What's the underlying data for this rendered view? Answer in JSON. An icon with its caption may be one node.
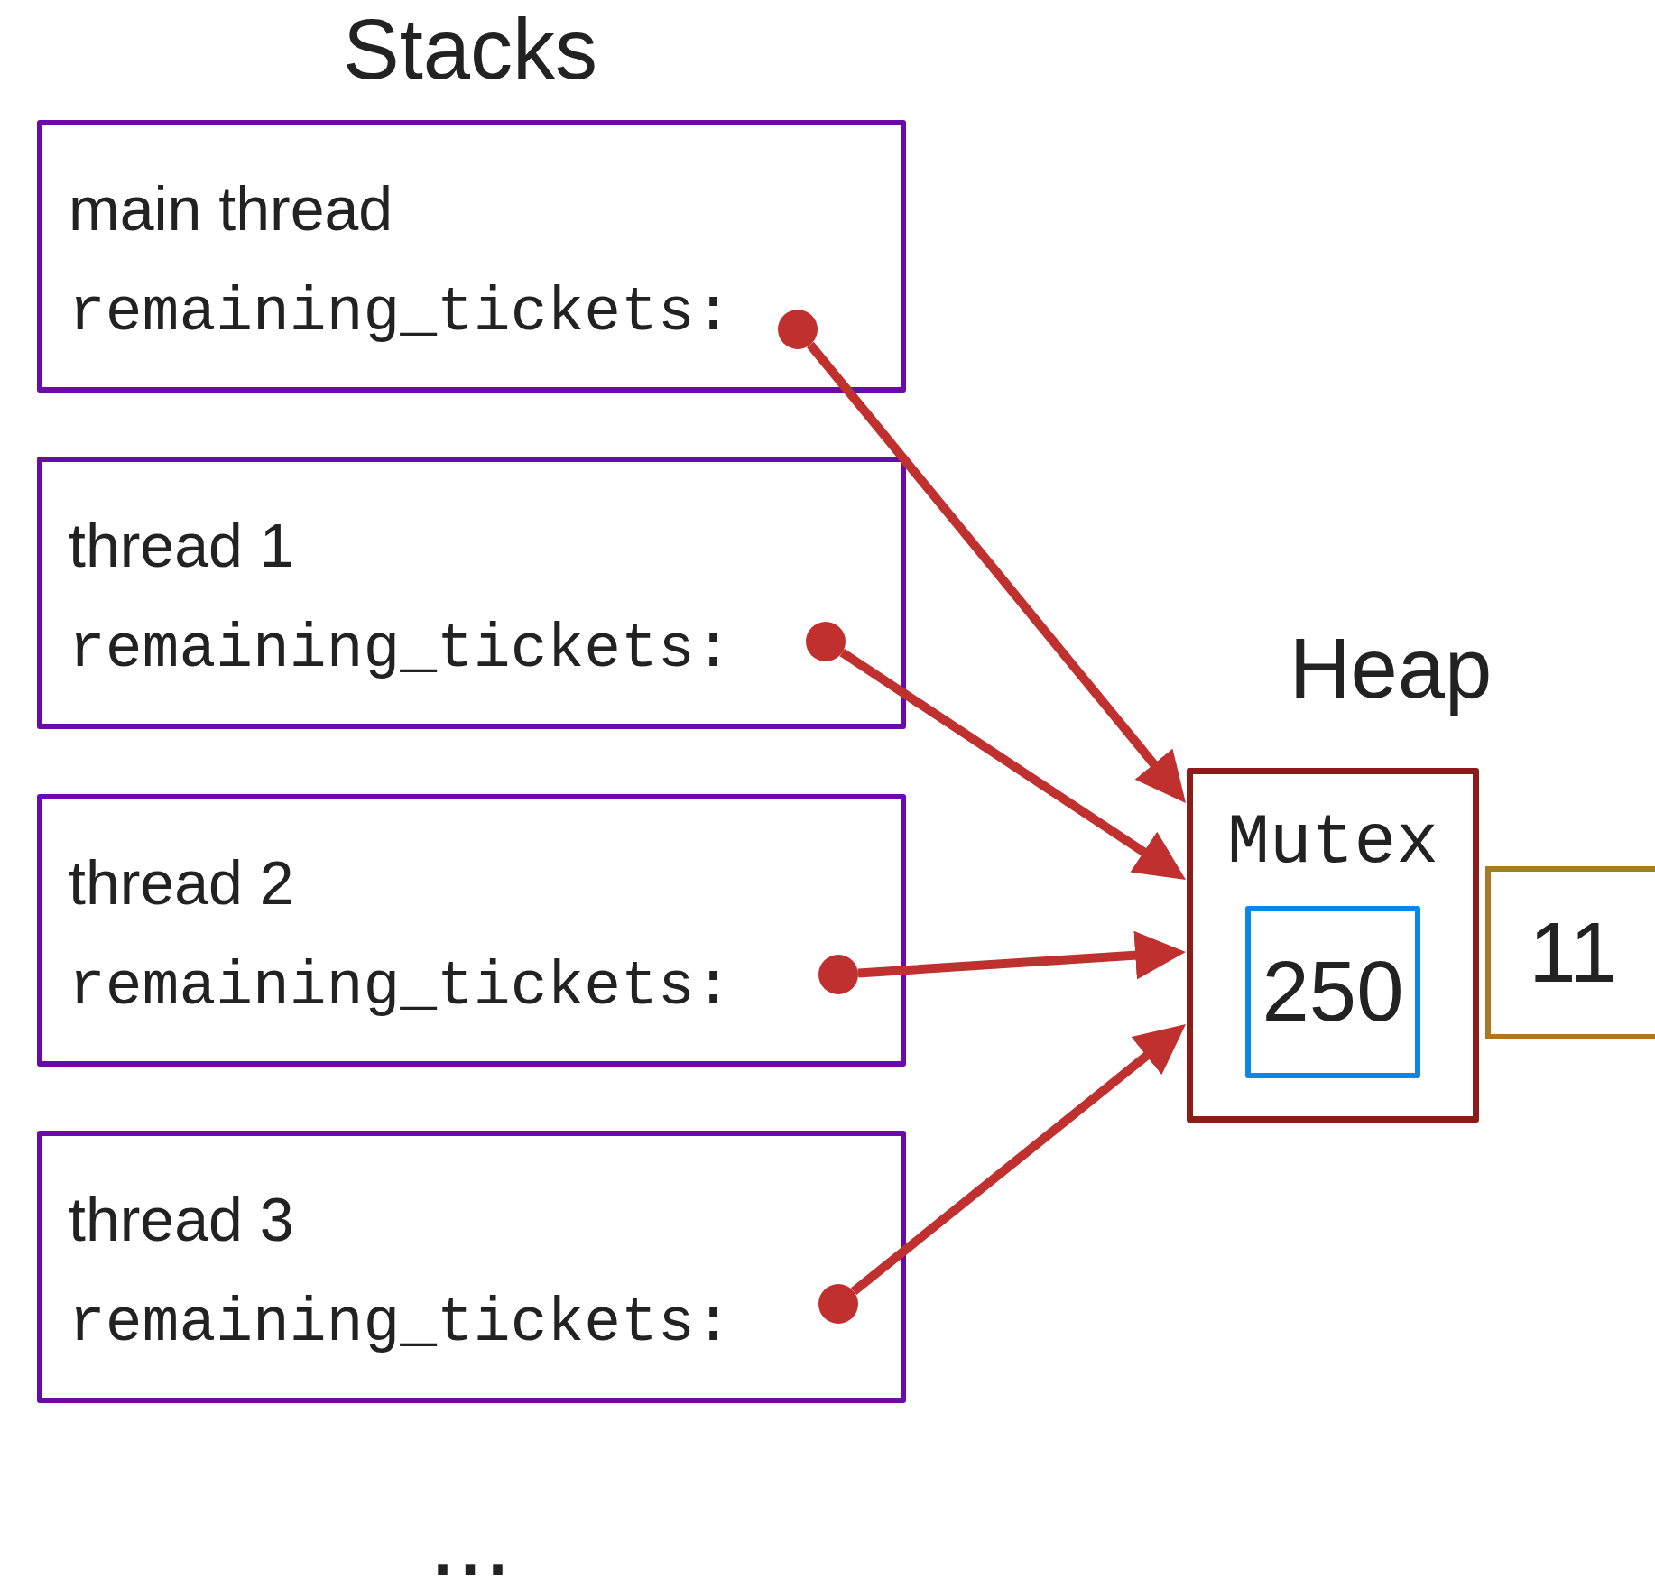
{
  "diagram": {
    "nodes": [
      {
        "text": [
          "main thread",
          "remaining_tickets:"
        ]
      },
      {
        "text": [],
        "shape": "circle",
        "in": 0
      },
      {
        "text": [
          "thread 1",
          "remaining_tickets:"
        ]
      },
      {
        "text": [],
        "shape": "circle",
        "in": 2
      },
      {
        "text": [
          "thread 2",
          "remaining_tickets:"
        ]
      },
      {
        "text": [],
        "shape": "circle",
        "in": 4
      },
      {
        "text": [
          "thread 3",
          "remaining_tickets:"
        ]
      },
      {
        "text": [],
        "shape": "circle",
        "in": 6
      },
      {
        "text": [
          "Mutex"
        ]
      },
      {
        "text": [
          "250"
        ],
        "in": 8
      },
      {
        "text": [
          "11"
        ]
      }
    ],
    "edges": [
      {
        "from": 1,
        "to": 8,
        "arrow": "to"
      },
      {
        "from": 3,
        "to": 8,
        "arrow": "to"
      },
      {
        "from": 5,
        "to": 8,
        "arrow": "to"
      },
      {
        "from": 7,
        "to": 8,
        "arrow": "to"
      }
    ],
    "labels": [
      "Stacks",
      "Heap",
      "..."
    ]
  }
}
